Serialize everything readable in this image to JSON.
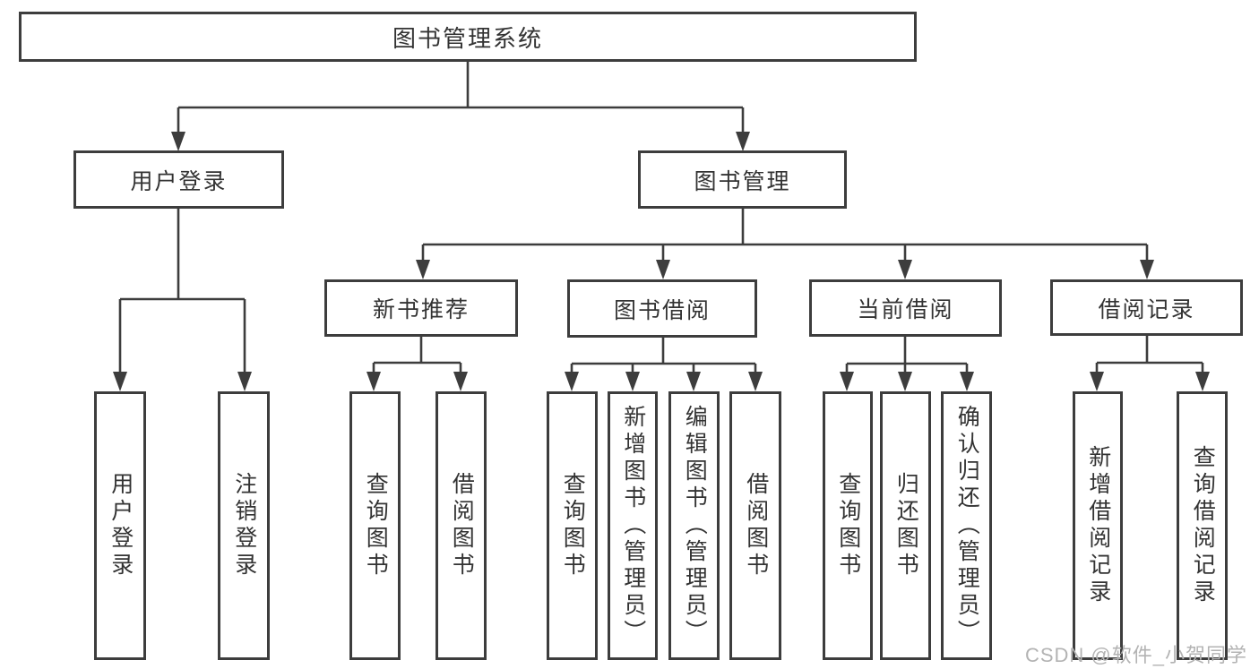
{
  "tree": {
    "root": {
      "label": "图书管理系统"
    },
    "branches": [
      {
        "label": "用户登录",
        "children": [
          {
            "label": "用户登录"
          },
          {
            "label": "注销登录"
          }
        ]
      },
      {
        "label": "图书管理",
        "children": [
          {
            "label": "新书推荐",
            "children": [
              {
                "label": "查询图书"
              },
              {
                "label": "借阅图书"
              }
            ]
          },
          {
            "label": "图书借阅",
            "children": [
              {
                "label": "查询图书"
              },
              {
                "label": "新增图书（管理员）"
              },
              {
                "label": "编辑图书（管理员）"
              },
              {
                "label": "借阅图书"
              }
            ]
          },
          {
            "label": "当前借阅",
            "children": [
              {
                "label": "查询图书"
              },
              {
                "label": "归还图书"
              },
              {
                "label": "确认归还（管理员）"
              }
            ]
          },
          {
            "label": "借阅记录",
            "children": [
              {
                "label": "新增借阅记录"
              },
              {
                "label": "查询借阅记录"
              }
            ]
          }
        ]
      }
    ]
  },
  "watermark": {
    "text": "CSDN @软件_小贺同学"
  },
  "colors": {
    "line": "#3d3d3d",
    "text": "#333333",
    "watermark": "#b3b3b3",
    "background": "#ffffff"
  }
}
